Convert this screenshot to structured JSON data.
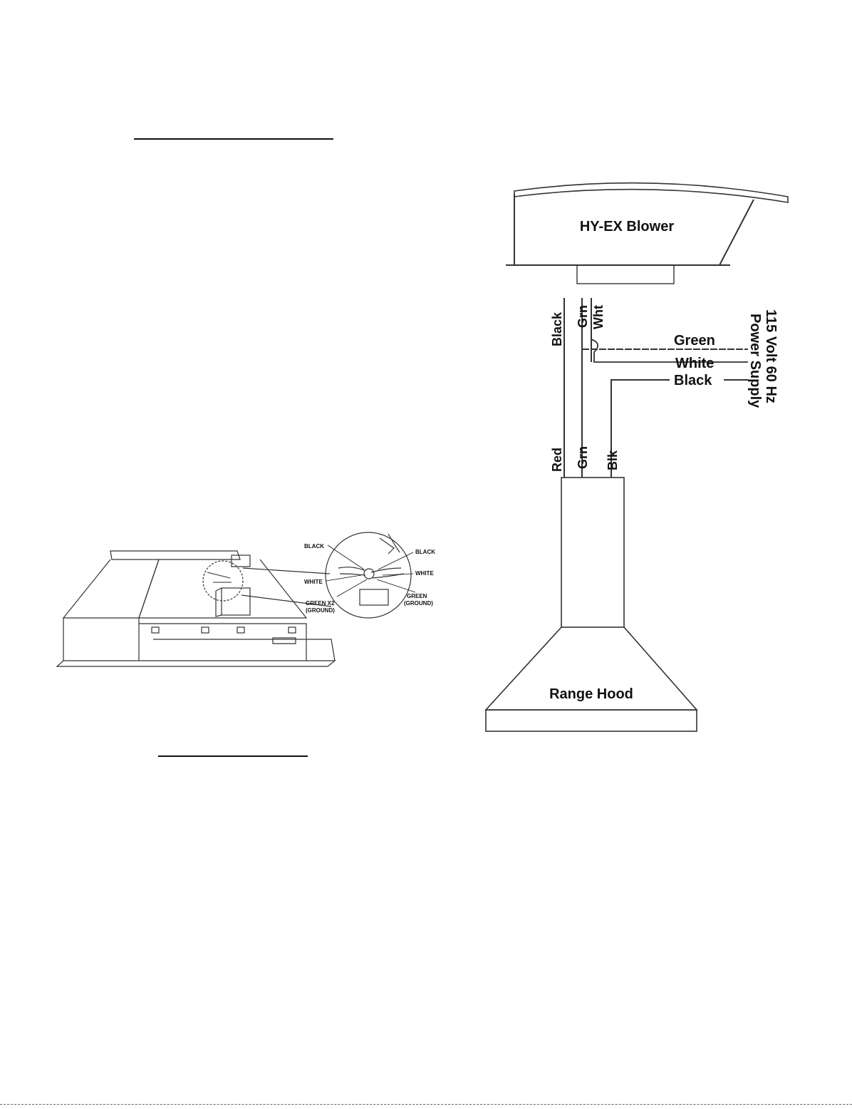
{
  "hood_illustration": {
    "callouts": {
      "black_left": "BLACK",
      "black_right": "BLACK",
      "white_left": "WHITE",
      "white_right": "WHITE",
      "green_x2": "GREEN X2",
      "ground_left": "(GROUND)",
      "green": "GREEN",
      "ground_right": "(GROUND)"
    }
  },
  "wiring_diagram": {
    "blower_label": "HY-EX Blower",
    "range_hood_label": "Range Hood",
    "blower_wires": {
      "black": "Black",
      "grn": "Grn",
      "wht": "Wht"
    },
    "hood_wires": {
      "red": "Red",
      "grn": "Grn",
      "blk": "Blk"
    },
    "supply_wires": {
      "green": "Green",
      "white": "White",
      "black": "Black"
    },
    "power_supply": {
      "line1": "115 Volt 60 Hz",
      "line2": "Power Supply"
    }
  }
}
